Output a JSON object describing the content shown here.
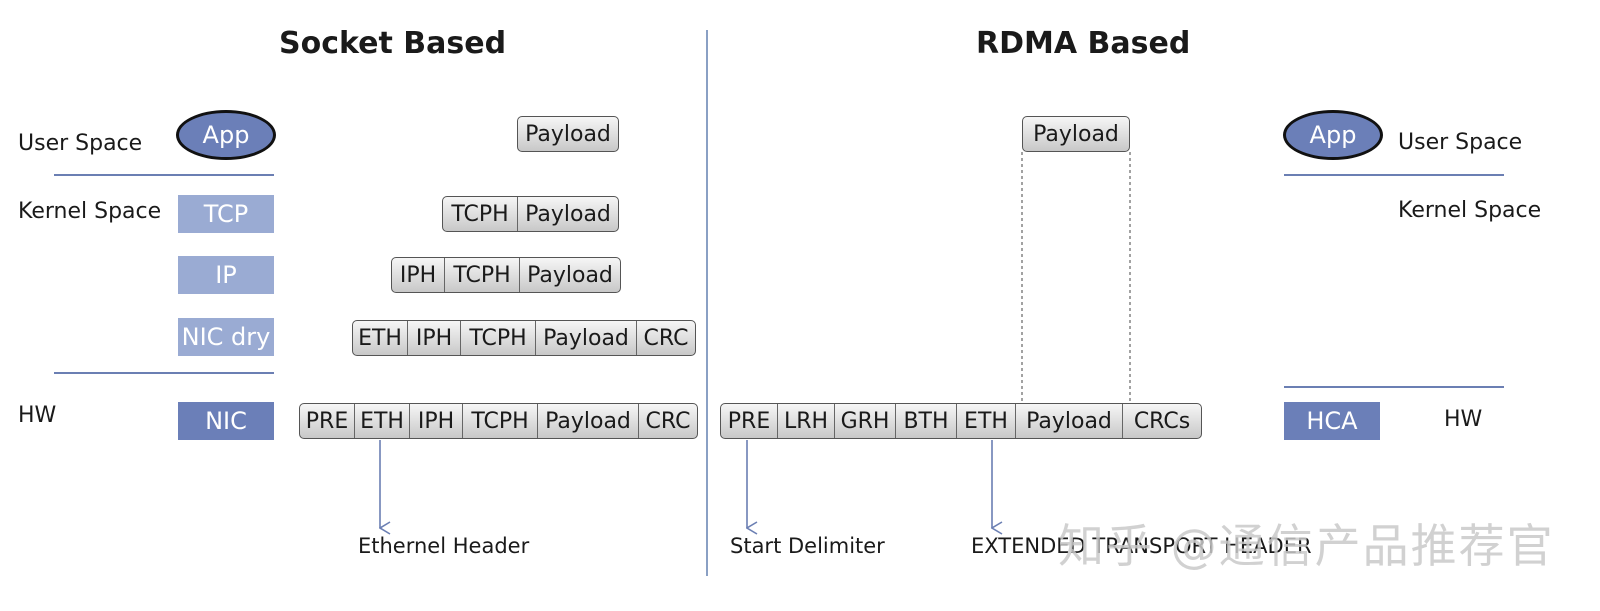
{
  "titles": {
    "left": "Socket Based",
    "right": "RDMA Based"
  },
  "left_labels": {
    "user_space": "User Space",
    "kernel_space": "Kernel Space",
    "hw": "HW"
  },
  "right_labels": {
    "user_space": "User Space",
    "kernel_space": "Kernel Space",
    "hw": "HW"
  },
  "left_stack": {
    "app": "App",
    "tcp": "TCP",
    "ip": "IP",
    "nic_drv": "NIC dry",
    "nic": "NIC"
  },
  "right_stack": {
    "app": "App",
    "hca": "HCA"
  },
  "socket_frames": {
    "row1": [
      "Payload"
    ],
    "row2": [
      "TCPH",
      "Payload"
    ],
    "row3": [
      "IPH",
      "TCPH",
      "Payload"
    ],
    "row4": [
      "ETH",
      "IPH",
      "TCPH",
      "Payload",
      "CRC"
    ],
    "row5": [
      "PRE",
      "ETH",
      "IPH",
      "TCPH",
      "Payload",
      "CRC"
    ]
  },
  "rdma_frames": {
    "row1": [
      "Payload"
    ],
    "row5": [
      "PRE",
      "LRH",
      "GRH",
      "BTH",
      "ETH",
      "Payload",
      "CRCs"
    ]
  },
  "annotations": {
    "ethernet_header": "Ethernel Header",
    "start_delimiter": "Start Delimiter",
    "extended_transport_header": "EXTENDED TRANSPORT HEADER"
  },
  "watermark": "知乎 @通信产品推荐官",
  "colors": {
    "layer_light": "#9aabd3",
    "layer_dark": "#6b7fb8",
    "divider": "#8aa0c4",
    "arrow": "#6b7fb3"
  }
}
